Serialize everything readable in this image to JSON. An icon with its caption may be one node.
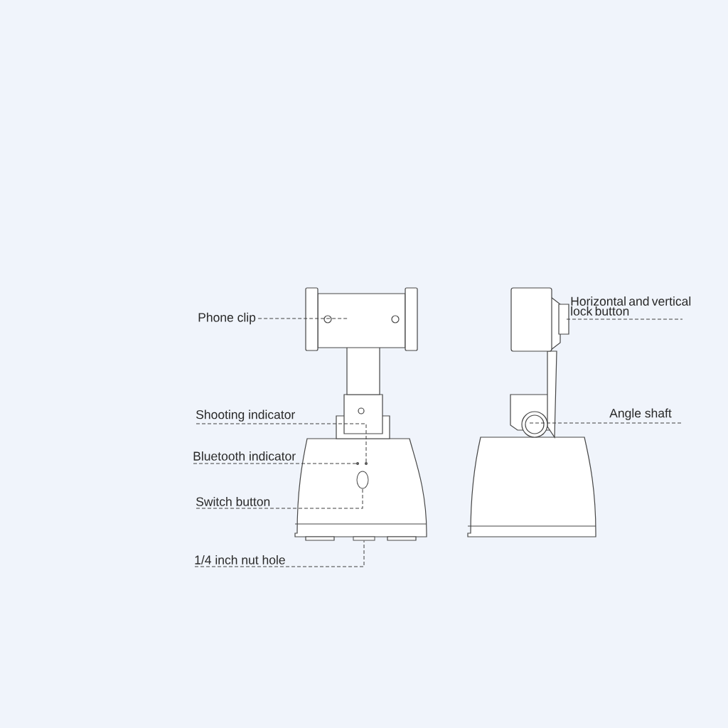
{
  "diagram": {
    "nodes": [
      {
        "text": [
          "Phone clip"
        ]
      },
      {
        "text": [
          "Shooting indicator"
        ]
      },
      {
        "text": [
          "Bluetooth indicator"
        ]
      },
      {
        "text": [
          "Switch button"
        ]
      },
      {
        "text": [
          "1/4 inch nut hole"
        ]
      },
      {
        "text": [
          "Horizontal and vertical lock button"
        ]
      },
      {
        "text": [
          "Angle shaft"
        ]
      },
      {
        "text": [],
        "shape": "circle"
      },
      {
        "text": [],
        "shape": "circle"
      },
      {
        "text": [],
        "shape": "circle"
      },
      {
        "text": [],
        "shape": "box"
      }
    ],
    "edges": [
      {
        "from": 0,
        "to": null,
        "arrow": "none",
        "style": "dashed"
      },
      {
        "from": 1,
        "to": 8,
        "arrow": "none",
        "style": "dashed"
      },
      {
        "from": 2,
        "to": 7,
        "arrow": "none",
        "style": "dashed"
      },
      {
        "from": 3,
        "to": 9,
        "arrow": "none",
        "style": "dashed"
      },
      {
        "from": 4,
        "to": 10,
        "arrow": "none",
        "style": "dashed"
      },
      {
        "from": 5,
        "to": null,
        "arrow": "none",
        "style": "dashed"
      },
      {
        "from": 6,
        "to": null,
        "arrow": "none",
        "style": "dashed"
      }
    ]
  }
}
